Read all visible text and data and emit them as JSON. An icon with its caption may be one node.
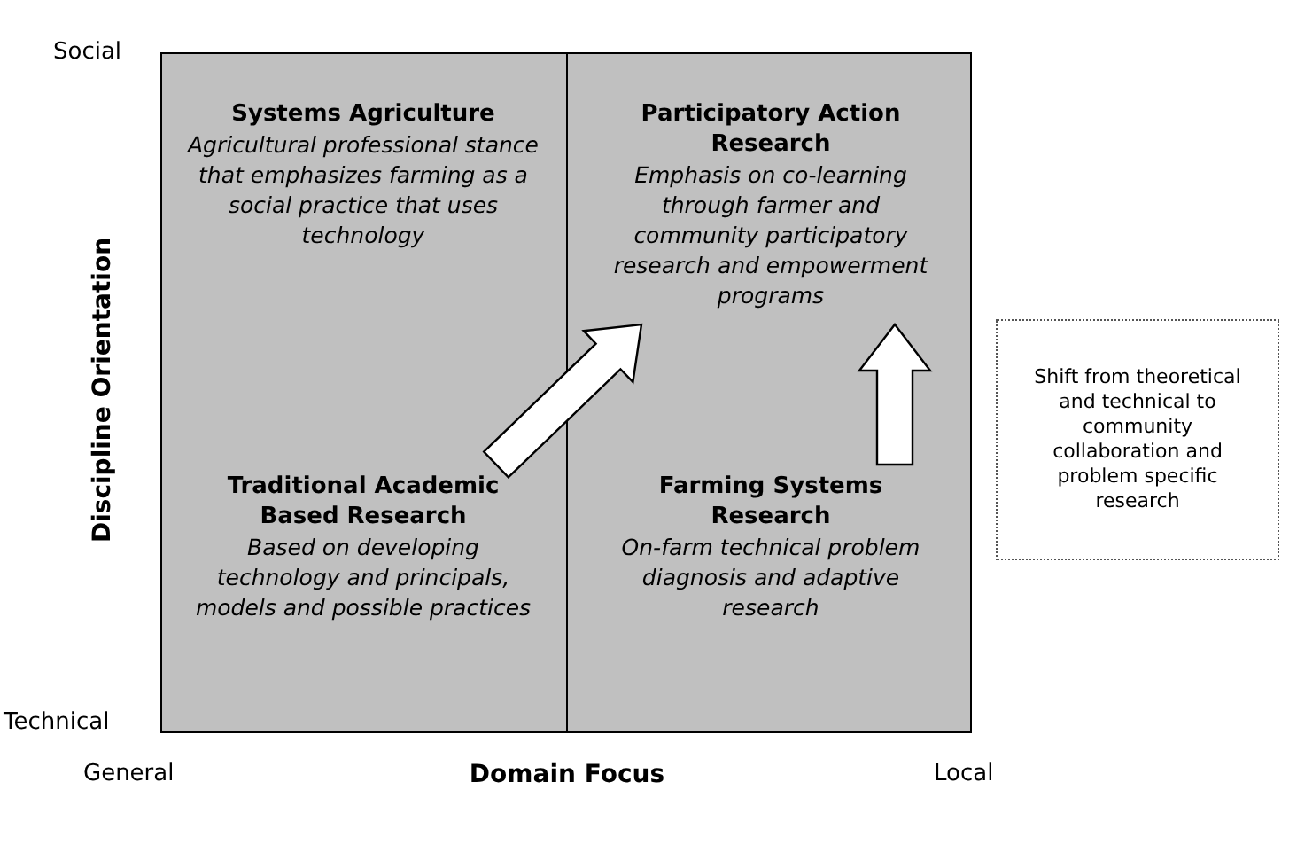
{
  "diagram": {
    "nodes": [
      {
        "text": [
          "Systems Agriculture",
          "Agricultural professional stance that emphasizes farming as a social practice that uses technology"
        ]
      },
      {
        "text": [
          "Participatory Action Research",
          "Emphasis on co-learning through farmer and community participatory research and empowerment programs"
        ]
      },
      {
        "text": [
          "Traditional Academic Based Research",
          "Based on developing technology and principals, models and possible practices"
        ]
      },
      {
        "text": [
          "Farming Systems Research",
          "On-farm technical problem diagnosis and adaptive research"
        ]
      },
      {
        "text": [
          "Shift from theoretical and technical to community collaboration and problem specific research"
        ]
      }
    ],
    "edges": [
      {
        "from": 2,
        "to": 1,
        "arrow": "to"
      },
      {
        "from": 3,
        "to": 1,
        "arrow": "to"
      }
    ],
    "labels": [
      "Social",
      "Discipline Orientation",
      "Technical",
      "General",
      "Domain Focus",
      "Local"
    ]
  }
}
